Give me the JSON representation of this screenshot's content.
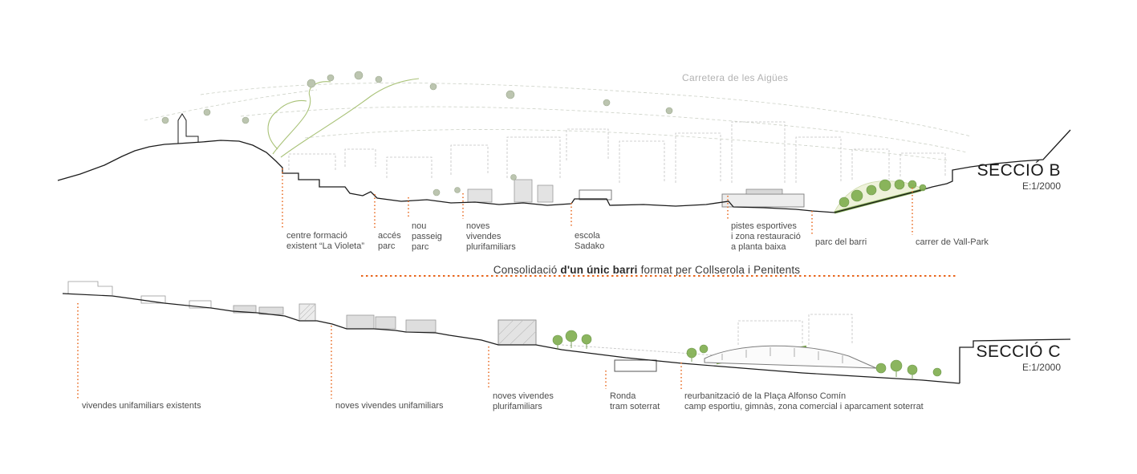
{
  "colors": {
    "accent": "#e8661c",
    "terrain": "#1c1c1c",
    "vegetation": "#7aa64a",
    "sketch_gray": "#c2c2c2"
  },
  "section_b": {
    "title": "SECCIÓ B",
    "scale": "E:1/2000",
    "road_label": "Carretera de les Aigües",
    "labels": [
      {
        "id": "centre-formacio",
        "text": "centre formació\nexistent “La Violeta”"
      },
      {
        "id": "acces-parc",
        "text": "accés\nparc"
      },
      {
        "id": "nou-passeig-parc",
        "text": "nou\npasseig\nparc"
      },
      {
        "id": "noves-vivendes-plurifamiliars",
        "text": "noves\nvivendes\nplurifamiliars"
      },
      {
        "id": "escola-sadako",
        "text": "escola\nSadako"
      },
      {
        "id": "pistes-esportives",
        "text": "pistes esportives\ni zona restauració\na planta baixa"
      },
      {
        "id": "parc-del-barri",
        "text": "parc del barri"
      },
      {
        "id": "carrer-de-vall-park",
        "text": "carrer de Vall-Park"
      }
    ]
  },
  "banner": {
    "prefix": "Consolidació ",
    "bold": "d'un únic barri",
    "suffix": " format per Collserola i Penitents"
  },
  "section_c": {
    "title": "SECCIÓ C",
    "scale": "E:1/2000",
    "labels": [
      {
        "id": "vivendes-unifamiliars-existents",
        "text": "vivendes unifamiliars existents"
      },
      {
        "id": "noves-vivendes-unifamiliars",
        "text": "noves vivendes unifamiliars"
      },
      {
        "id": "noves-vivendes-plurifamiliars",
        "text": "noves vivendes\nplurifamiliars"
      },
      {
        "id": "ronda-tram-soterrat",
        "text": "Ronda\ntram soterrat"
      },
      {
        "id": "reurbanitzacio-placa",
        "text": "reurbanització de la Plaça Alfonso Comín\ncamp esportiu, gimnàs, zona comercial i aparcament soterrat"
      }
    ]
  }
}
